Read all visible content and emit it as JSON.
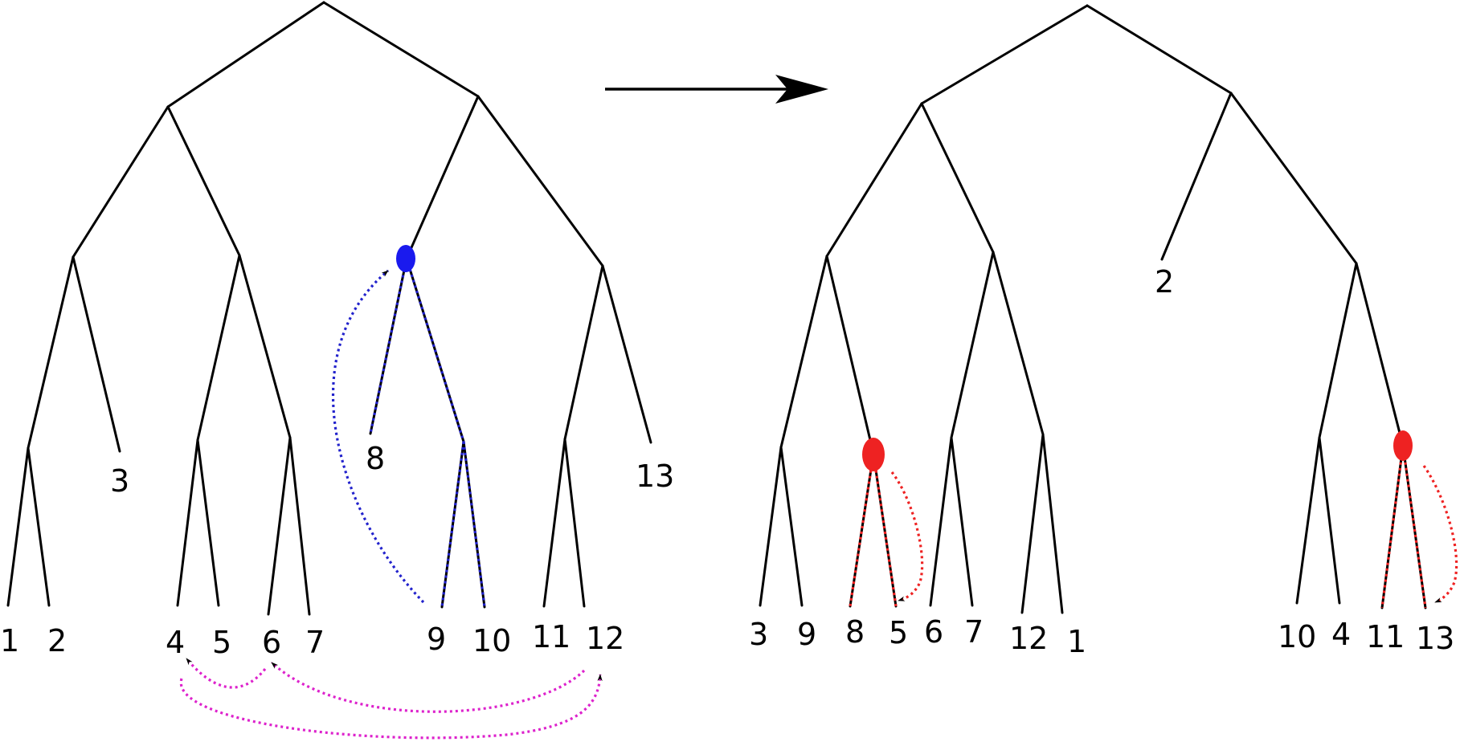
{
  "colors": {
    "edge": "#000000",
    "selected_node": "#1a1aee",
    "blue_path": "#2222cc",
    "magenta_path": "#dd22cc",
    "red_path": "#ee2222"
  },
  "left_tree": {
    "leaf_labels": {
      "l1": "1",
      "l2": "2",
      "l3": "3",
      "l4": "4",
      "l5": "5",
      "l6": "6",
      "l7": "7",
      "l8": "8",
      "l9": "9",
      "l10": "10",
      "l11": "11",
      "l12": "12",
      "l13": "13"
    }
  },
  "right_tree": {
    "leaf_labels": {
      "r2": "2",
      "r3": "3",
      "r9": "9",
      "r8": "8",
      "r5": "5",
      "r6": "6",
      "r7": "7",
      "r12": "12",
      "r1": "1",
      "r10": "10",
      "r4": "4",
      "r11": "11",
      "r13": "13"
    }
  },
  "transition_arrow": "right-arrow-icon"
}
